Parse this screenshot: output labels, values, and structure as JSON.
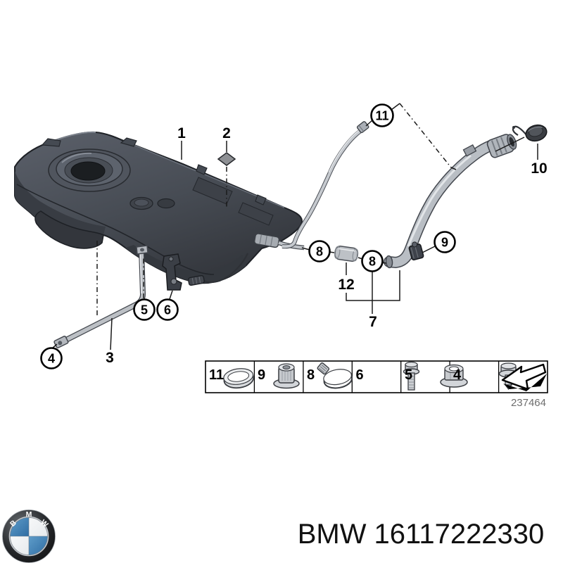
{
  "branding": {
    "roundel_letters": [
      "B",
      "M",
      "W"
    ],
    "part_label": "BMW 16117222330"
  },
  "callouts": {
    "c1": "1",
    "c2": "2",
    "c3": "3",
    "c4": "4",
    "c5": "5",
    "c6": "6",
    "c7": "7",
    "c8a": "8",
    "c8b": "8",
    "c9": "9",
    "c10": "10",
    "c11": "11",
    "c12": "12"
  },
  "legend": {
    "sheet_number": "237464",
    "items": [
      {
        "number": "11",
        "icon": "sealing-ring-icon"
      },
      {
        "number": "9",
        "icon": "cap-nut-icon"
      },
      {
        "number": "8",
        "icon": "hose-clamp-icon"
      },
      {
        "number": "6",
        "icon": "hex-bolt-icon"
      },
      {
        "number": "5",
        "icon": "flange-nut-icon"
      },
      {
        "number": "4",
        "icon": "body-screw-icon"
      }
    ],
    "more_icon": "page-continuation-arrow-icon"
  },
  "colors": {
    "background": "#ffffff",
    "line": "#1a1a1a",
    "tank_base": "#474c54",
    "tank_shadow": "#2b2e33",
    "tank_highlight": "#7b818b",
    "metal_light": "#c2c6cb",
    "metal_mid": "#9aa0a7",
    "sheet_number_gray": "#6e6e6e",
    "bmw_blue": "#3f85bb"
  }
}
